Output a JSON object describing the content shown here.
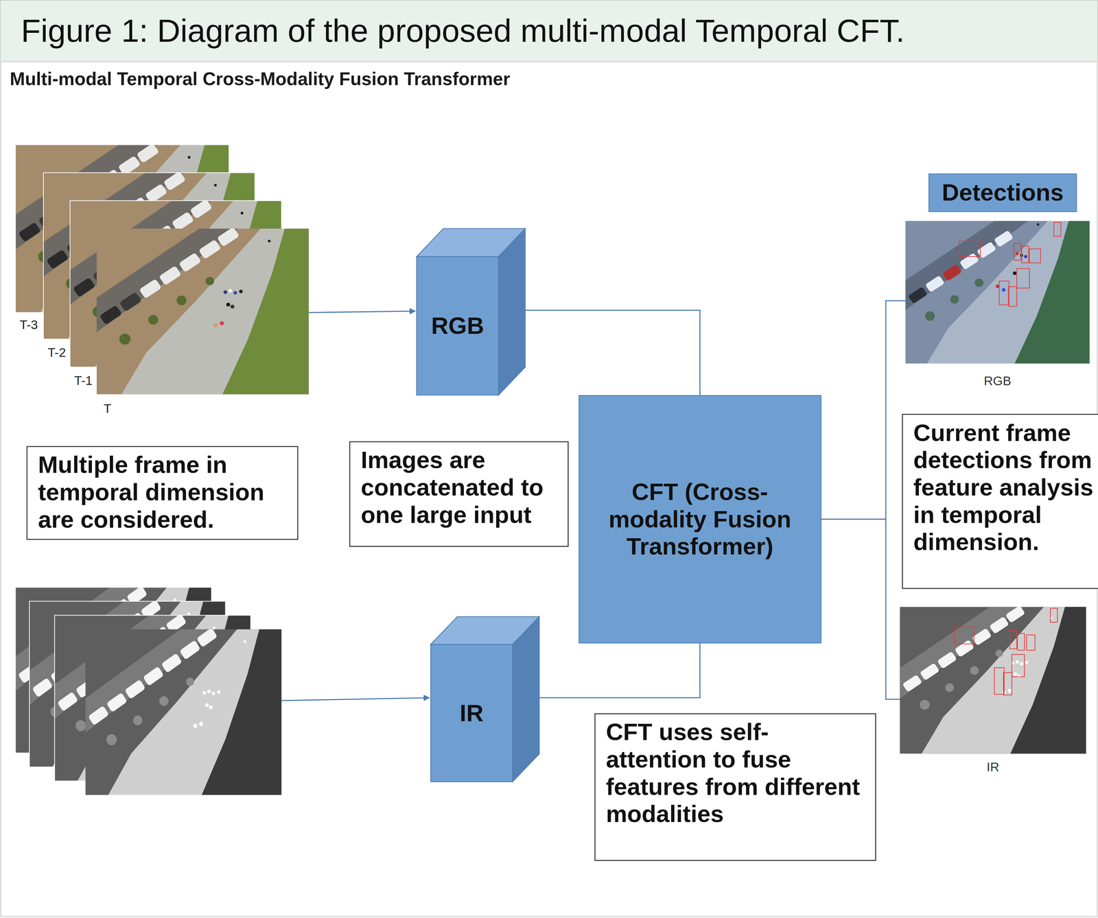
{
  "diagram": {
    "title": "Figure 1: Diagram of the proposed multi-modal Temporal CFT.",
    "nodes": [
      {
        "text": [
          "RGB"
        ]
      },
      {
        "text": [
          "Detections"
        ]
      },
      {
        "text": [
          "RGB"
        ]
      },
      {
        "text": [
          "Multiple frame in temporal dimension are considered."
        ]
      },
      {
        "text": [
          "Images are concatenated to one large input"
        ]
      },
      {
        "text": [
          "CFT (Cross-modality Fusion Transformer)"
        ]
      },
      {
        "text": [
          "Current frame detections from feature analysis in temporal dimension."
        ]
      },
      {
        "text": [
          "IR"
        ]
      },
      {
        "text": [
          "IR"
        ]
      },
      {
        "text": [
          "CFT uses self-attention to fuse features from different modalities"
        ]
      }
    ],
    "edges": [
      {
        "from": 0,
        "to": 5,
        "arrow": "none"
      },
      {
        "from": 7,
        "to": 5,
        "arrow": "none"
      },
      {
        "from": 5,
        "to": 2,
        "arrow": "none"
      },
      {
        "from": 5,
        "to": 8,
        "arrow": "none"
      }
    ],
    "labels": [
      "Multi-modal Temporal Cross-Modality Fusion Transformer",
      "T-3",
      "T-2",
      "T-1",
      "T"
    ]
  }
}
